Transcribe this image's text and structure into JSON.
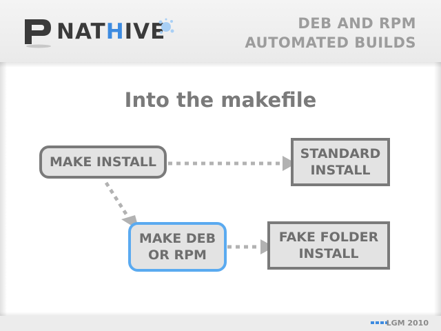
{
  "header": {
    "logo": {
      "text_prefix": "NAT",
      "text_accent": "H",
      "text_suffix": "IVE"
    },
    "title_line1": "DEB AND RPM",
    "title_line2": "AUTOMATED BUILDS"
  },
  "slide": {
    "title": "Into the makefile"
  },
  "diagram": {
    "nodes": {
      "make_install": "MAKE INSTALL",
      "standard_install_line1": "STANDARD",
      "standard_install_line2": "INSTALL",
      "make_deb_line1": "MAKE DEB",
      "make_deb_line2": "OR RPM",
      "fake_folder_line1": "FAKE FOLDER",
      "fake_folder_line2": "INSTALL"
    },
    "colors": {
      "node_fill": "#e3e3e3",
      "node_border": "#7a7a7a",
      "highlight_border": "#5aaaf0",
      "arrow": "#b2b2b2"
    }
  },
  "footer": {
    "text": "LGM 2010"
  },
  "colors": {
    "accent": "#3d8be0",
    "title_text": "#7a7a7a",
    "header_text": "#9c9c9c"
  }
}
